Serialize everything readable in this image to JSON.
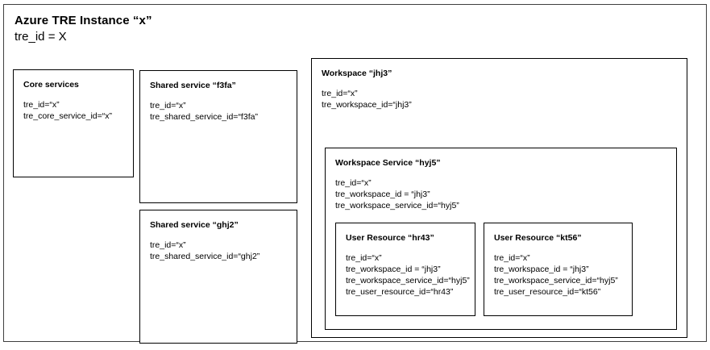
{
  "instance": {
    "title": "Azure TRE Instance “x”",
    "subtitle": "tre_id = X"
  },
  "core_services": {
    "title": "Core services",
    "lines": [
      "tre_id=“x”",
      "tre_core_service_id=“x”"
    ]
  },
  "shared_services": [
    {
      "title": "Shared service “f3fa”",
      "lines": [
        "tre_id=“x”",
        "tre_shared_service_id=“f3fa”"
      ]
    },
    {
      "title": "Shared service “ghj2”",
      "lines": [
        "tre_id=“x”",
        "tre_shared_service_id=“ghj2”"
      ]
    }
  ],
  "workspace": {
    "title": "Workspace “jhj3”",
    "lines": [
      "tre_id=“x”",
      "tre_workspace_id=“jhj3”"
    ],
    "workspace_service": {
      "title": "Workspace Service “hyj5”",
      "lines": [
        "tre_id=“x”",
        "tre_workspace_id = “jhj3”",
        "tre_workspace_service_id=“hyj5”"
      ],
      "user_resources": [
        {
          "title": "User Resource “hr43”",
          "lines": [
            "tre_id=“x”",
            "tre_workspace_id = “jhj3”",
            "tre_workspace_service_id=“hyj5”",
            "tre_user_resource_id=“hr43”"
          ]
        },
        {
          "title": "User Resource “kt56”",
          "lines": [
            "tre_id=“x”",
            "tre_workspace_id = “jhj3”",
            "tre_workspace_service_id=“hyj5”",
            "tre_user_resource_id=“kt56”"
          ]
        }
      ]
    }
  },
  "colors": {
    "border": "#000000",
    "frame_border": "#3f3f3f",
    "background": "#ffffff",
    "text": "#000000"
  }
}
